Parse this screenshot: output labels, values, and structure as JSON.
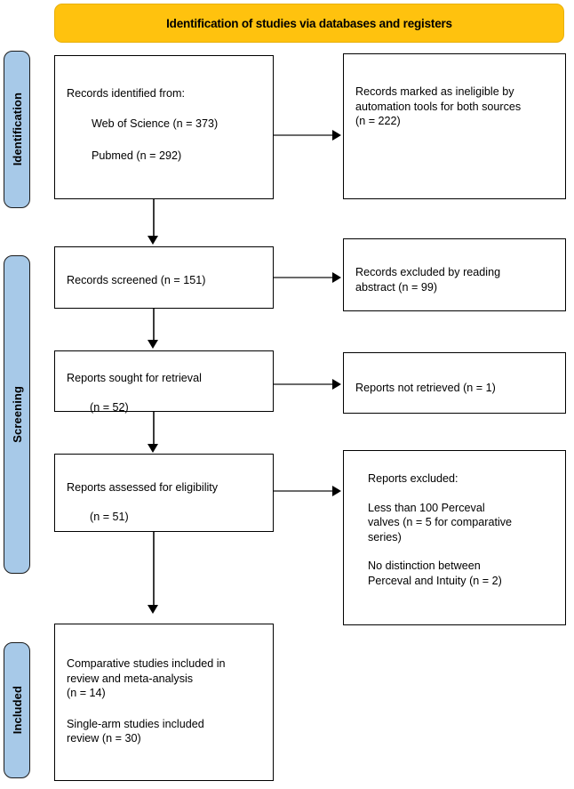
{
  "diagram": {
    "type": "prisma-flow-diagram",
    "banner": {
      "title": "Identification of studies via databases and registers",
      "color": "#FFC20E"
    },
    "stages": [
      {
        "id": "identification",
        "label": "Identification",
        "color": "#A7C9E8"
      },
      {
        "id": "screening",
        "label": "Screening",
        "color": "#A7C9E8"
      },
      {
        "id": "included",
        "label": "Included",
        "color": "#A7C9E8"
      }
    ],
    "boxes": {
      "records_identified": {
        "line1": "Records identified from:",
        "line2": "Web of Science (n = 373)",
        "line3": "Pubmed (n = 292)"
      },
      "records_ineligible": {
        "line1": "Records marked as ineligible by",
        "line2": "automation tools for both sources",
        "line3": "(n = 222)"
      },
      "records_screened": {
        "line1": "Records screened (n = 151)"
      },
      "records_excluded": {
        "line1": "Records excluded by reading",
        "line2": "abstract (n = 99)"
      },
      "reports_sought": {
        "line1": "Reports sought for retrieval",
        "line2": "(n = 52)"
      },
      "reports_not_retrieved": {
        "line1": "Reports not retrieved (n = 1)"
      },
      "reports_assessed": {
        "line1": "Reports assessed for eligibility",
        "line2": "(n = 51)"
      },
      "reports_excluded": {
        "line1": "Reports excluded:",
        "line2": "Less than 100 Perceval",
        "line3": "valves (n = 5 for comparative",
        "line4": "series)",
        "line5": "No distinction between",
        "line6": "Perceval and Intuity (n = 2)"
      },
      "studies_included": {
        "line1": "Comparative studies included in",
        "line2": "review and meta-analysis",
        "line3": "(n = 14)",
        "line4": "Single-arm studies included",
        "line5": "review (n = 30)"
      }
    },
    "counts": {
      "web_of_science": 373,
      "pubmed": 292,
      "marked_ineligible": 222,
      "screened": 151,
      "excluded_by_abstract": 99,
      "sought_for_retrieval": 52,
      "not_retrieved": 1,
      "assessed_for_eligibility": 51,
      "excluded_less_than_100_perceval": 5,
      "excluded_no_distinction": 2,
      "comparative_studies_included": 14,
      "single_arm_studies_included": 30
    }
  }
}
